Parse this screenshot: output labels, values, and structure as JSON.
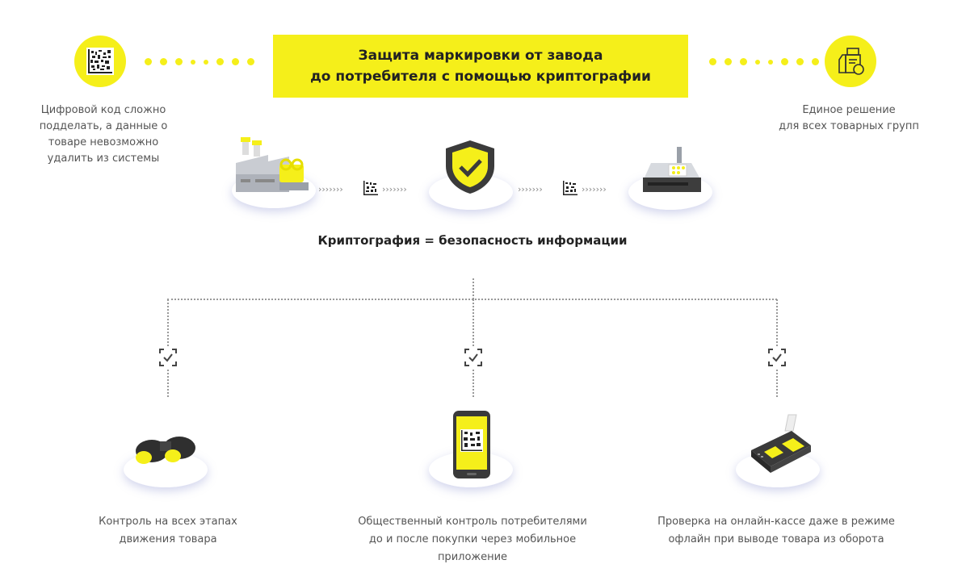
{
  "banner": {
    "line1": "Защита маркировки от завода",
    "line2": "до потребителя с помощью криптографии"
  },
  "left_note": {
    "line1": "Цифровой код сложно",
    "line2": "подделать, а данные о",
    "line3": "товаре невозможно",
    "line4": "удалить из системы",
    "icon": "datamatrix-icon"
  },
  "right_note": {
    "line1": "Единое решение",
    "line2": "для всех товарных групп",
    "icon": "product-group-icon"
  },
  "flow": {
    "nodes": [
      "factory-icon",
      "shield-check-icon",
      "device-icon"
    ],
    "title": "Криптография = безопасность информации"
  },
  "bottom": {
    "items": [
      {
        "icon": "binoculars-icon",
        "line1": "Контроль на всех этапах",
        "line2": "движения товара",
        "line3": ""
      },
      {
        "icon": "smartphone-icon",
        "line1": "Общественный контроль потребителями",
        "line2": "до и после покупки через мобильное",
        "line3": "приложение"
      },
      {
        "icon": "payment-terminal-icon",
        "line1": "Проверка на онлайн-кассе даже в режиме",
        "line2": "офлайн при выводе товара из оборота",
        "line3": ""
      }
    ]
  },
  "colors": {
    "accent": "#f5ef1a",
    "text": "#555555",
    "dark": "#222222"
  }
}
